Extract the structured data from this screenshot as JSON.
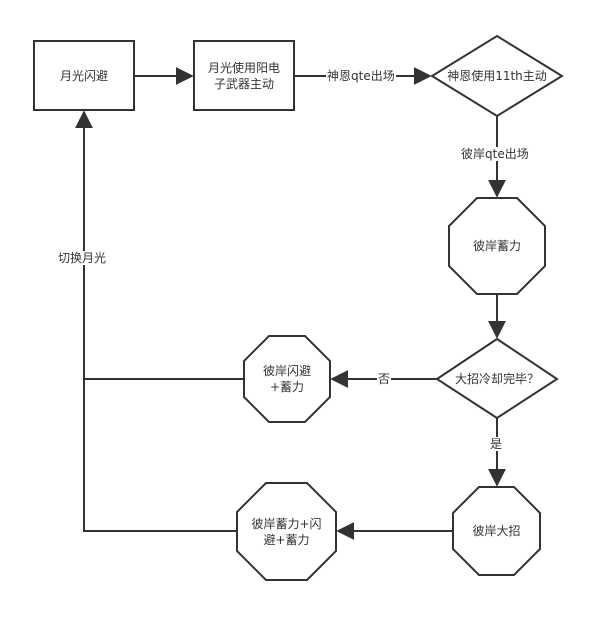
{
  "diagram": {
    "colors": {
      "stroke": "#333333",
      "fill": "#ffffff",
      "text": "#333333"
    },
    "nodes": [
      {
        "id": "n1",
        "shape": "rectangle",
        "label": "月光闪避"
      },
      {
        "id": "n2",
        "shape": "rectangle",
        "label": "月光使用阳电子武器主动"
      },
      {
        "id": "n3",
        "shape": "diamond",
        "label": "神恩使用11th主动"
      },
      {
        "id": "n4",
        "shape": "octagon",
        "label": "彼岸蓄力"
      },
      {
        "id": "n5",
        "shape": "diamond",
        "label": "大招冷却完毕？"
      },
      {
        "id": "n6",
        "shape": "octagon",
        "label": "彼岸闪避+蓄力"
      },
      {
        "id": "n7",
        "shape": "octagon",
        "label": "彼岸大招"
      },
      {
        "id": "n8",
        "shape": "octagon",
        "label": "彼岸蓄力+闪避+蓄力"
      }
    ],
    "node_lines": {
      "n2": [
        "月光使用阳电",
        "子武器主动"
      ],
      "n6": [
        "彼岸闪避",
        "+蓄力"
      ],
      "n8": [
        "彼岸蓄力+闪",
        "避+蓄力"
      ]
    },
    "edges": [
      {
        "from": "n1",
        "to": "n2",
        "label": ""
      },
      {
        "from": "n2",
        "to": "n3",
        "label": "神恩qte出场"
      },
      {
        "from": "n3",
        "to": "n4",
        "label": "彼岸qte出场"
      },
      {
        "from": "n4",
        "to": "n5",
        "label": ""
      },
      {
        "from": "n5",
        "to": "n6",
        "label": "否"
      },
      {
        "from": "n5",
        "to": "n7",
        "label": "是"
      },
      {
        "from": "n7",
        "to": "n8",
        "label": ""
      },
      {
        "from": "n6",
        "to": "n1",
        "label": "切换月光"
      },
      {
        "from": "n8",
        "to": "n1",
        "label": "切换月光"
      }
    ]
  }
}
